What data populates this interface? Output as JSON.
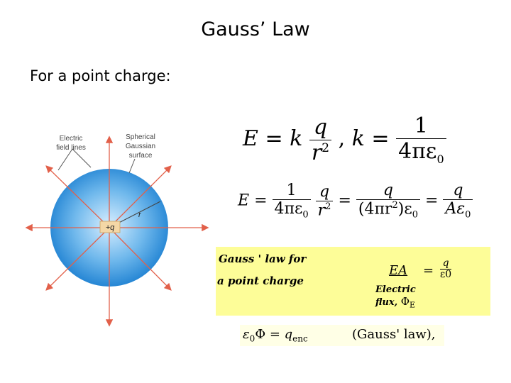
{
  "title": "Gauss’ Law",
  "subtitle": "For a point charge:",
  "diagram": {
    "label_field_lines": [
      "Electric",
      "field lines"
    ],
    "label_surface": [
      "Spherical",
      "Gaussian",
      "surface"
    ],
    "label_r": "r",
    "label_charge": "+q",
    "colors": {
      "sphere_center": "#d8eeff",
      "sphere_edge": "#1b7fd1",
      "field_line": "#e2604a"
    }
  },
  "eq1": {
    "E": "E",
    "eq_sign": "=",
    "k": "k",
    "num": "q",
    "den_base": "r",
    "den_exp": "2",
    "comma": ",",
    "k2": "k",
    "eq_sign2": "=",
    "num2": "1",
    "den2": "4πε",
    "den2_sub": "0"
  },
  "eq2": {
    "E": "E",
    "eq": "=",
    "f1_num": "1",
    "f1_den": "4πε",
    "f1_sub": "0",
    "f2_num": "q",
    "f2_den": "r",
    "f2_exp": "2",
    "f3_num": "q",
    "f3_den": "(4πr",
    "f3_exp": "2",
    "f3_den_end": ")ε",
    "f3_sub": "0",
    "f4_num": "q",
    "f4_den": "Aε",
    "f4_sub": "0"
  },
  "gauss_box": {
    "line1": "Gauss '  law for",
    "line2": "a point charge",
    "ea": "EA",
    "eq": "=",
    "rhs_num": "q",
    "rhs_den": "ε",
    "rhs_sub": "0",
    "flux_line1": "Electric",
    "flux_line2": "flux,",
    "flux_symbol": "Φ",
    "flux_sub": "E",
    "color": "#fdfd98"
  },
  "bottom_eq": {
    "eps": "ε",
    "sub0": "0",
    "phi": "Φ",
    "eq": "=",
    "q": "q",
    "sub_enc": "enc",
    "note": "(Gauss' law),"
  }
}
